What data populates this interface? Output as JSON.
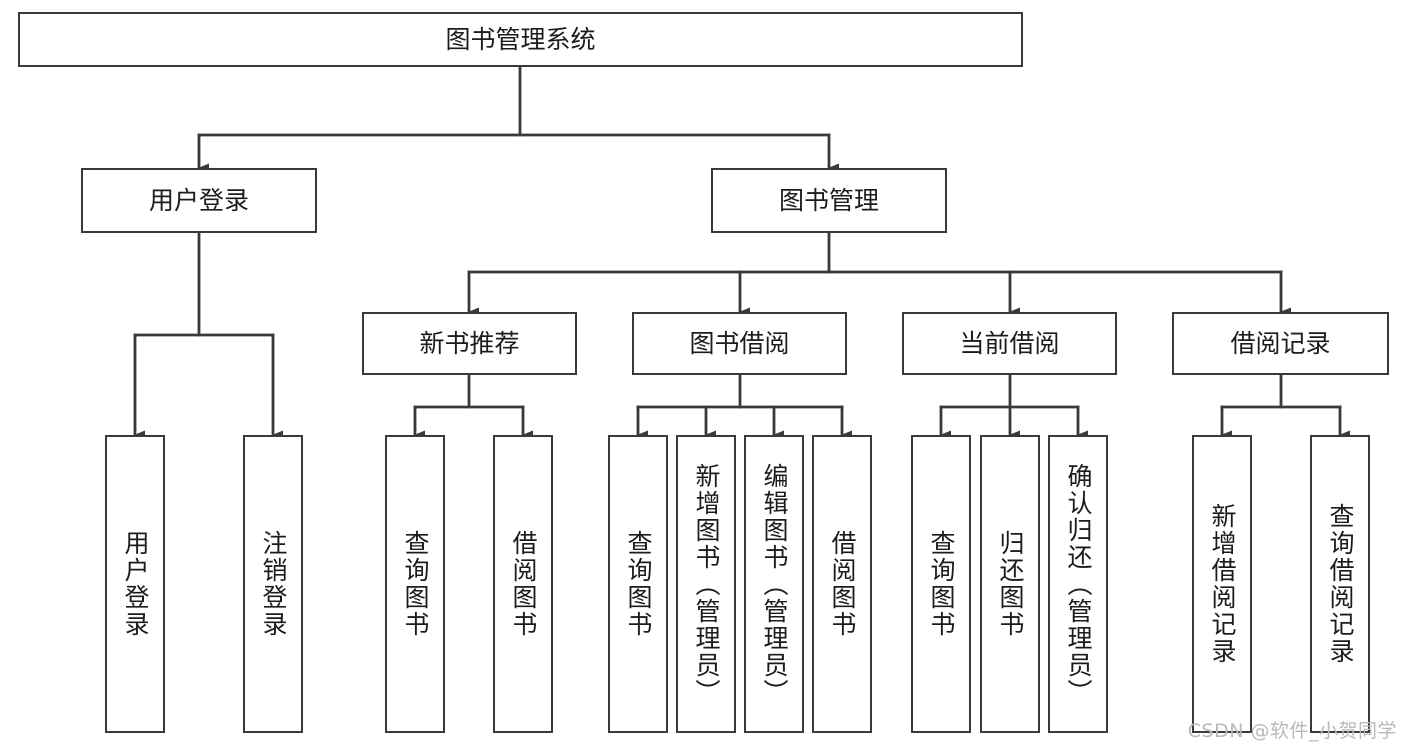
{
  "diagram": {
    "type": "tree",
    "title": "图书管理系统",
    "colors": {
      "node_border": "#3a3a3a",
      "node_fill": "#ffffff",
      "connector": "#3a3a3a",
      "text": "#1c1c1c",
      "watermark": "#b9b9b9",
      "background": "#ffffff"
    },
    "nodes": {
      "root": {
        "label": "图书管理系统"
      },
      "level1": [
        {
          "id": "user-login",
          "label": "用户登录"
        },
        {
          "id": "book-management",
          "label": "图书管理"
        }
      ],
      "level2": [
        {
          "id": "new-book-recommend",
          "label": "新书推荐"
        },
        {
          "id": "book-borrow",
          "label": "图书借阅"
        },
        {
          "id": "current-borrow",
          "label": "当前借阅"
        },
        {
          "id": "borrow-record",
          "label": "借阅记录"
        }
      ],
      "leaves": {
        "user-login": [
          {
            "id": "leaf-user-login",
            "label": "用户登录"
          },
          {
            "id": "leaf-logout-login",
            "label": "注销登录"
          }
        ],
        "new-book-recommend": [
          {
            "id": "leaf-query-book-1",
            "label": "查询图书"
          },
          {
            "id": "leaf-borrow-book-1",
            "label": "借阅图书"
          }
        ],
        "book-borrow": [
          {
            "id": "leaf-query-book-2",
            "label": "查询图书"
          },
          {
            "id": "leaf-add-book-admin",
            "label": "新增图书（管理员）"
          },
          {
            "id": "leaf-edit-book-admin",
            "label": "编辑图书（管理员）"
          },
          {
            "id": "leaf-borrow-book-2",
            "label": "借阅图书"
          }
        ],
        "current-borrow": [
          {
            "id": "leaf-query-book-3",
            "label": "查询图书"
          },
          {
            "id": "leaf-return-book",
            "label": "归还图书"
          },
          {
            "id": "leaf-confirm-return-admin",
            "label": "确认归还（管理员）"
          }
        ],
        "borrow-record": [
          {
            "id": "leaf-add-borrow-record",
            "label": "新增借阅记录"
          },
          {
            "id": "leaf-query-borrow-record",
            "label": "查询借阅记录"
          }
        ]
      }
    },
    "watermark": "CSDN @软件_小贺同学"
  }
}
